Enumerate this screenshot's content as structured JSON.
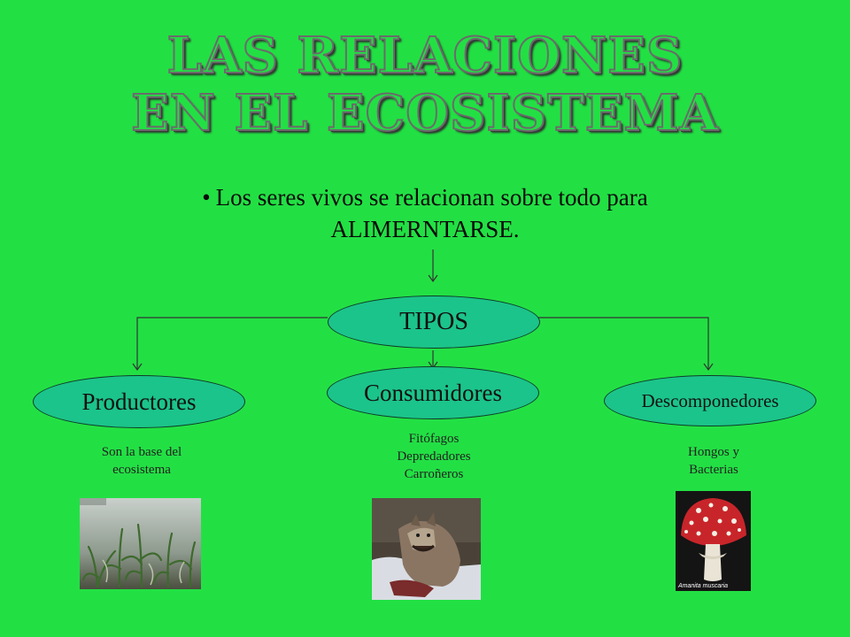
{
  "title": {
    "line1": "LAS RELACIONES",
    "line2": "EN EL ECOSISTEMA"
  },
  "bullet": {
    "marker": "•",
    "line1": "Los seres vivos se relacionan sobre todo para",
    "line2": "ALIMERNTARSE."
  },
  "root": {
    "label": "TIPOS"
  },
  "branches": [
    {
      "label": "Productores",
      "note": [
        "Son la base del",
        "ecosistema"
      ]
    },
    {
      "label": "Consumidores",
      "note": [
        "Fitófagos",
        "Depredadores",
        "Carroñeros"
      ]
    },
    {
      "label": "Descomponedores",
      "note": [
        "Hongos y",
        "Bacterias"
      ]
    }
  ],
  "photos": {
    "producers_icon": "corn-plants-photo",
    "consumers_icon": "wolf-photo",
    "decomposers_icon": "amanita-mushroom-photo",
    "decomposers_caption": "Amanita muscaria"
  },
  "colors": {
    "background": "#22e044",
    "node_fill": "#1bc48a",
    "line": "#333333"
  }
}
